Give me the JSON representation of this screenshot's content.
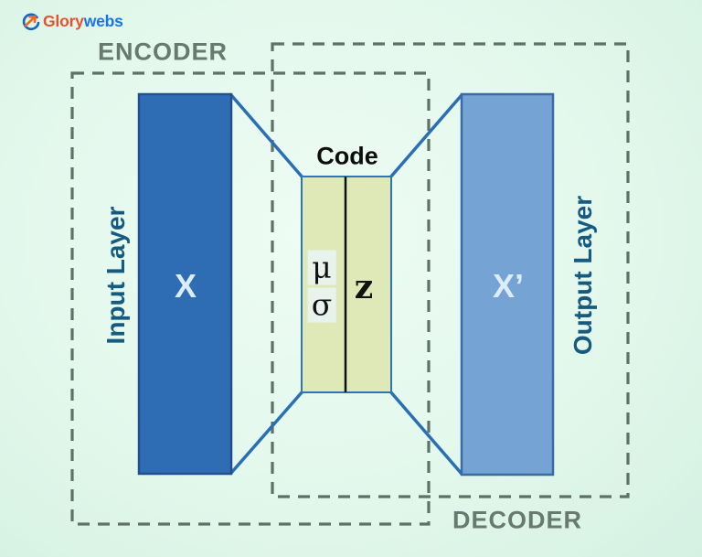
{
  "logo": {
    "brand_first": "Glory",
    "brand_second": "webs"
  },
  "diagram": {
    "encoder_label": "ENCODER",
    "decoder_label": "DECODER",
    "code_label": "Code",
    "input_layer_label": "Input Layer",
    "output_layer_label": "Output Layer",
    "input_symbol": "X",
    "output_symbol": "X’",
    "latent": {
      "mu": "μ",
      "sigma": "σ",
      "z": "z"
    },
    "colors": {
      "background_center": "#eefcf4",
      "background_edge": "#d4f1e2",
      "input_rect_fill": "#2e6db4",
      "output_rect_fill": "#74a3d4",
      "code_box_fill": "#dfe9b8",
      "connector_blue": "#2a6fb4",
      "dashed_border": "#5f7166",
      "section_label_gray": "#68796d",
      "layer_label_teal": "#175a80",
      "logo_first_color": "#e8512e",
      "logo_second_color": "#1a73e8"
    }
  }
}
